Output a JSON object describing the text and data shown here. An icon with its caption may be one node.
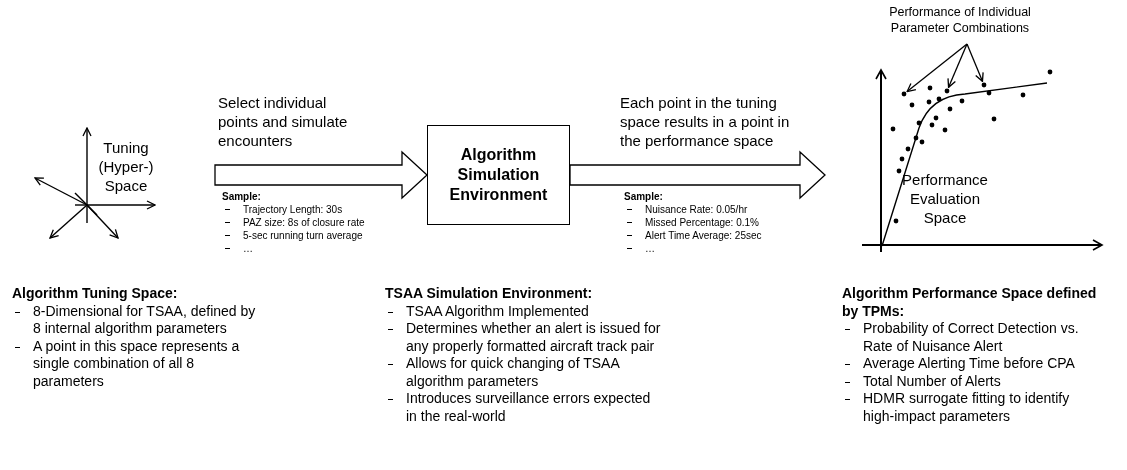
{
  "diagram": {
    "nodes": [
      {
        "text": [
          "Tuning (Hyper-) Space"
        ]
      },
      {
        "text": [
          "Algorithm Simulation Environment"
        ]
      },
      {
        "text": [
          "Performance Evaluation Space"
        ]
      },
      {
        "text": [
          "Performance of Individual Parameter Combinations"
        ]
      }
    ],
    "edges": [
      {
        "from": 0,
        "to": 1,
        "arrow": "to",
        "label": "Select individual points and simulate encounters"
      },
      {
        "from": 1,
        "to": 2,
        "arrow": "to",
        "label": "Each point in the tuning space results in a point in the performance space"
      },
      {
        "from": 3,
        "to": 2,
        "arrow": "to"
      },
      {
        "from": 3,
        "to": 2,
        "arrow": "to"
      },
      {
        "from": 3,
        "to": 2,
        "arrow": "to"
      }
    ],
    "labels": [
      "Sample:",
      "Trajectory Length: 30s",
      "PAZ size: 8s of closure rate",
      "5-sec running turn average",
      "…",
      "Sample:",
      "Nuisance Rate: 0.05/hr",
      "Missed Percentage: 0.1%",
      "Alert Time Average: 25sec",
      "…",
      "Algorithm Tuning Space:",
      "8-Dimensional for TSAA, defined by 8 internal algorithm parameters",
      "A point in this space represents a single combination of all 8 parameters",
      "TSAA Simulation Environment:",
      "TSAA Algorithm Implemented",
      "Determines whether an alert is issued for any properly formatted aircraft track pair",
      "Allows for quick changing of TSAA algorithm parameters",
      "Introduces surveillance errors expected in the real-world",
      "Algorithm Performance Space defined by TPMs:",
      "Probability of Correct Detection vs. Rate of Nuisance Alert",
      "Average Alerting Time before CPA",
      "Total Number of Alerts",
      "HDMR surrogate fitting to identify high-impact parameters"
    ]
  }
}
